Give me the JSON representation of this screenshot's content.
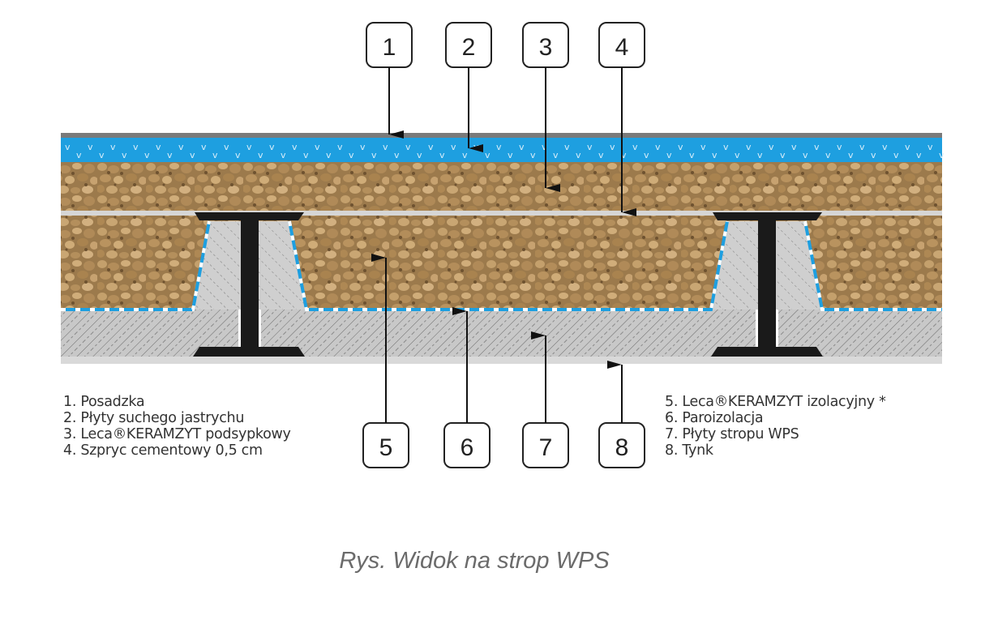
{
  "title": "Widok na strop WPS",
  "caption": "Rys. Widok na strop WPS",
  "callouts": {
    "top": [
      "1",
      "2",
      "3",
      "4"
    ],
    "bottom": [
      "5",
      "6",
      "7",
      "8"
    ]
  },
  "legend_left": [
    "1. Posadzka",
    "2. Płyty suchego jastrychu",
    "3. Leca®KERAMZYT podsypkowy",
    "4. Szpryc cementowy 0,5 cm"
  ],
  "legend_right": [
    "5. Leca®KERAMZYT izolacyjny *",
    "6. Paroizolacja",
    "7. Płyty stropu WPS",
    "8. Tynk"
  ],
  "colors": {
    "flooring": "#1e9fe0",
    "flooring_top": "#7a7a7a",
    "aggregate": "#a07c4e",
    "aggregate_light": "#c9a878",
    "screed": "#d6d6d6",
    "slab": "#c6c6c6",
    "plaster": "#d9d9d9",
    "beam": "#1a1a1a",
    "vapor_barrier": "#1e9fe0",
    "text": "#333333",
    "caption": "#6b6b6b"
  }
}
